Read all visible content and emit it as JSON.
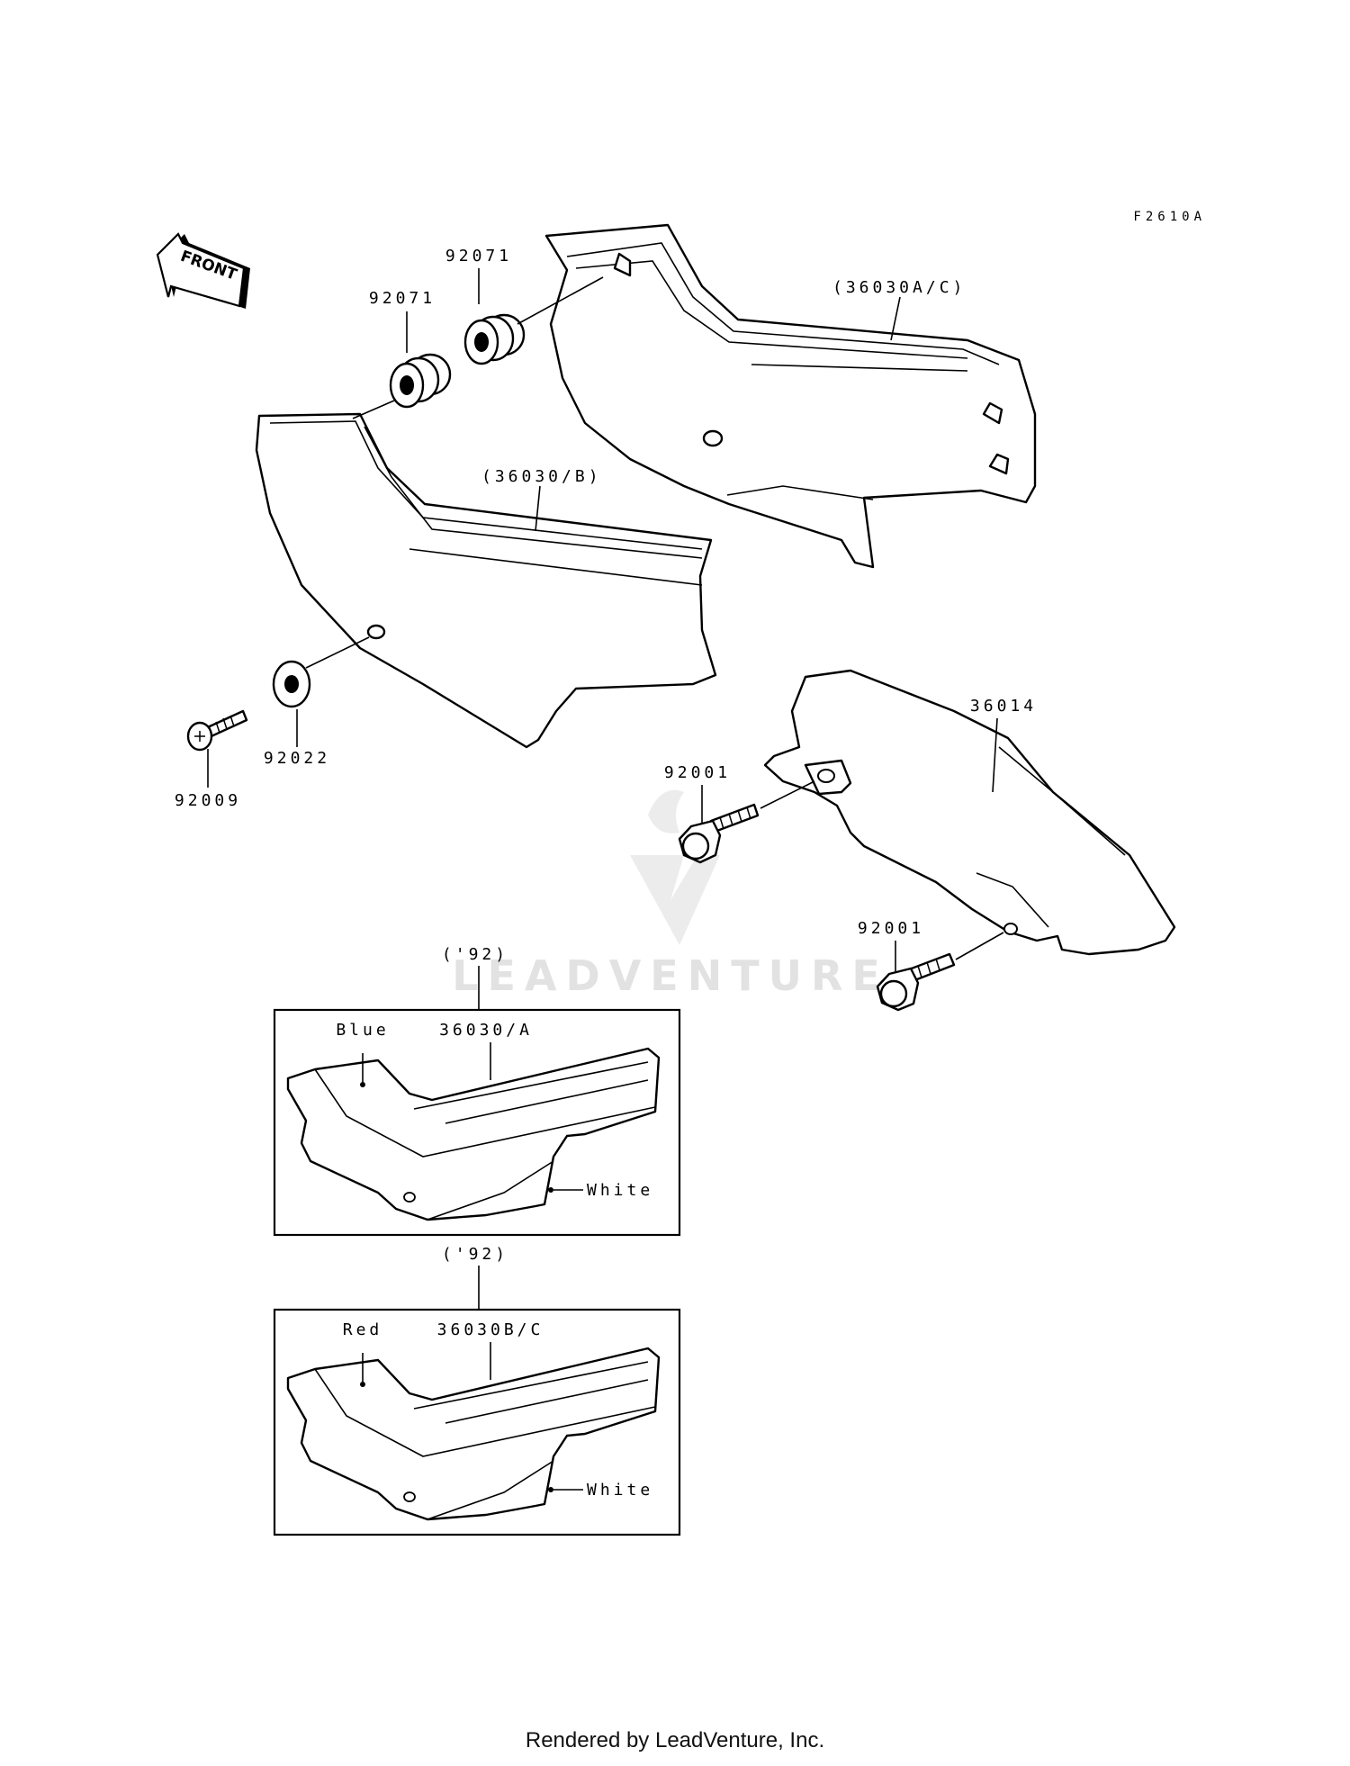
{
  "diagram": {
    "figure_code": "F2610A",
    "front_label": "FRONT",
    "watermark": "LEADVENTURE",
    "labels": {
      "grommet_upper": "92071",
      "grommet_lower": "92071",
      "cover_right": "(36030A/C)",
      "cover_left": "(36030/B)",
      "washer": "92022",
      "bolt_left": "92009",
      "chain_guard": "36014",
      "bolt_guard_upper": "92001",
      "bolt_guard_lower": "92001"
    },
    "inset_a": {
      "year": "('92)",
      "part": "36030/A",
      "color_stripe": "Blue",
      "color_lower": "White"
    },
    "inset_b": {
      "year": "('92)",
      "part": "36030B/C",
      "color_stripe": "Red",
      "color_lower": "White"
    }
  },
  "footer": "Rendered by LeadVenture, Inc."
}
